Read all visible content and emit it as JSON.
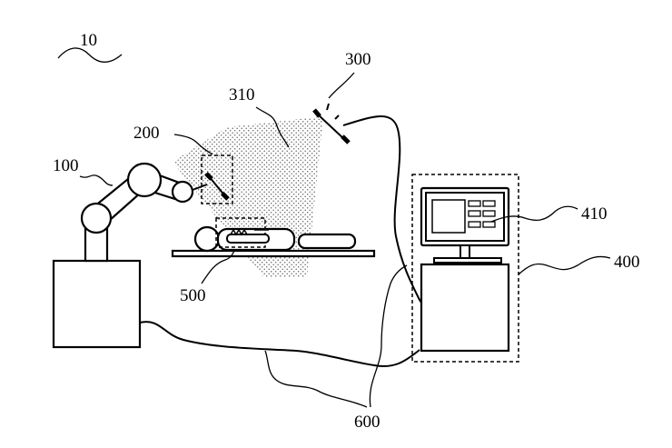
{
  "labels": {
    "system": "10",
    "robot": "100",
    "instrument_camera": "200",
    "field_of_view": "310",
    "camera": "300",
    "controller": "400",
    "screen": "410",
    "target": "500",
    "cables": "600"
  }
}
